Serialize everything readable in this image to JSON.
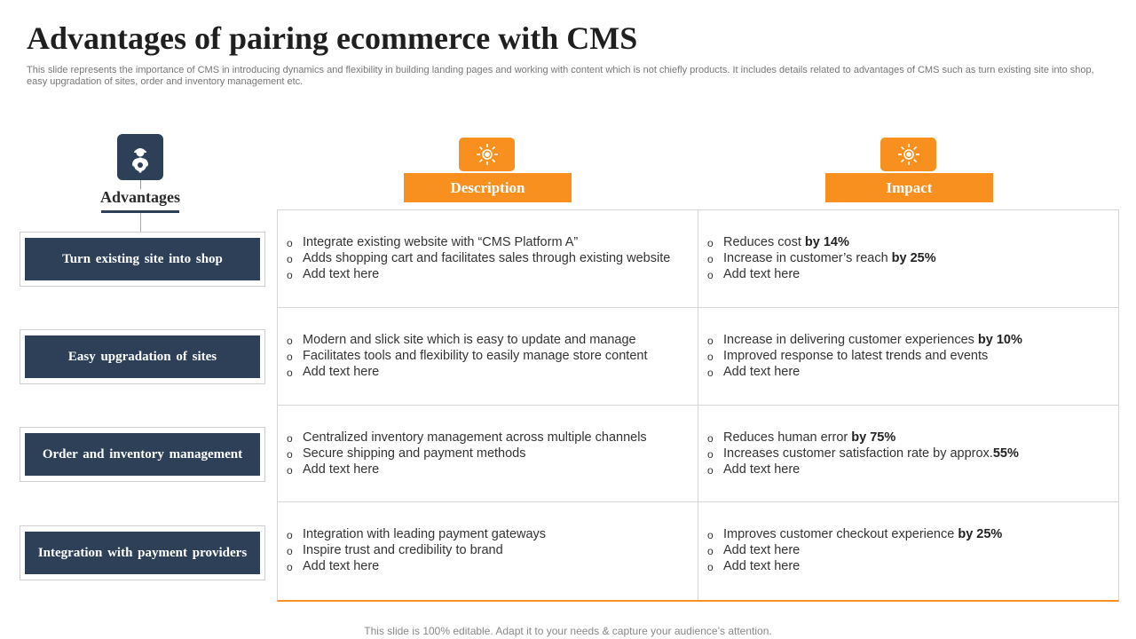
{
  "title": "Advantages of pairing ecommerce  with CMS",
  "subtitle": "This slide represents the importance of CMS in introducing dynamics and flexibility in building landing pages and working with content which is not chiefly products. It includes details related to advantages of CMS such as turn existing site into shop, easy upgradation of sites, order and inventory management etc.",
  "advantages": {
    "label": "Advantages",
    "icon": "worker-gear-icon",
    "items": [
      "Turn  existing site into shop",
      "Easy upgradation  of sites",
      "Order  and inventory  management",
      "Integration  with  payment  providers"
    ]
  },
  "columns": {
    "description": {
      "label": "Description",
      "icon": "sun-gear-icon"
    },
    "impact": {
      "label": "Impact",
      "icon": "sun-gear-icon"
    }
  },
  "rows": [
    {
      "description": [
        "Integrate existing website with “CMS Platform A”",
        "Adds shopping cart and facilitates sales through existing website",
        "Add text here"
      ],
      "impact": [
        {
          "text": "Reduces cost ",
          "bold": "by 14%"
        },
        {
          "text": "Increase in customer’s reach ",
          "bold": "by 25%"
        },
        {
          "text": "Add text here",
          "bold": ""
        }
      ]
    },
    {
      "description": [
        "Modern and slick site which is easy to update and manage",
        "Facilitates tools and flexibility to easily manage store content",
        "Add text here"
      ],
      "impact": [
        {
          "text": "Increase in delivering customer experiences ",
          "bold": "by 10%"
        },
        {
          "text": "Improved response to latest trends and events",
          "bold": ""
        },
        {
          "text": "Add text here",
          "bold": ""
        }
      ]
    },
    {
      "description": [
        "Centralized inventory management across multiple channels",
        "Secure shipping and payment methods",
        "Add text here"
      ],
      "impact": [
        {
          "text": "Reduces human error ",
          "bold": "by 75%"
        },
        {
          "text": "Increases customer satisfaction rate by approx.",
          "bold": "55%"
        },
        {
          "text": "Add text here",
          "bold": ""
        }
      ]
    },
    {
      "description": [
        "Integration with leading payment gateways",
        "Inspire trust and credibility to brand",
        "Add text here"
      ],
      "impact": [
        {
          "text": "Improves customer checkout experience ",
          "bold": "by 25%"
        },
        {
          "text": "Add text here",
          "bold": ""
        },
        {
          "text": "Add text here",
          "bold": ""
        }
      ]
    }
  ],
  "footer": "This slide is 100% editable. Adapt it to your needs & capture your audience’s attention.",
  "colors": {
    "accent": "#f7901e",
    "navy": "#2e4057"
  }
}
